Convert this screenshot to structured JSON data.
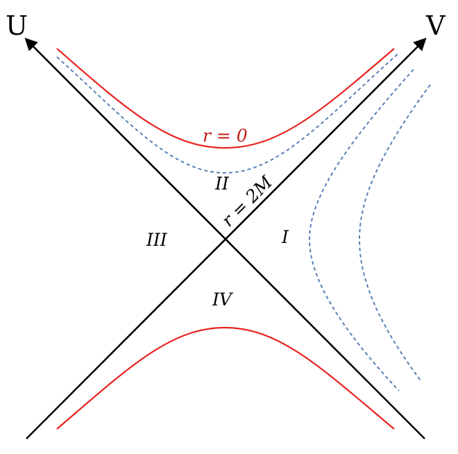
{
  "axes": {
    "u_label": "U",
    "v_label": "V"
  },
  "regions": {
    "region_1": "I",
    "region_2": "II",
    "region_3": "III",
    "region_4": "IV"
  },
  "labels": {
    "singularity": "r = 0",
    "horizon": "r = 2M"
  },
  "colors": {
    "singularity": "#e8221e",
    "constant_r": "#5a7fb5",
    "axes": "#000000",
    "singularity_label": "#c21a16"
  }
}
